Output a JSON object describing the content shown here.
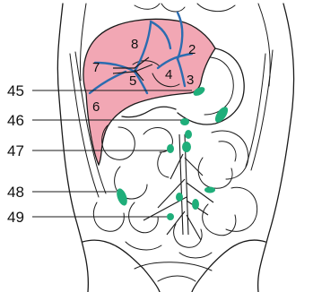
{
  "colors": {
    "liver_fill": "#f2a7b4",
    "portal_vein": "#2b6cb0",
    "lymph_node": "#1fae7a",
    "line": "#1a1a1a"
  },
  "liver_segments": [
    "8",
    "2",
    "7",
    "4",
    "5",
    "3",
    "6"
  ],
  "station_labels": [
    "45",
    "46",
    "47",
    "48",
    "49"
  ]
}
